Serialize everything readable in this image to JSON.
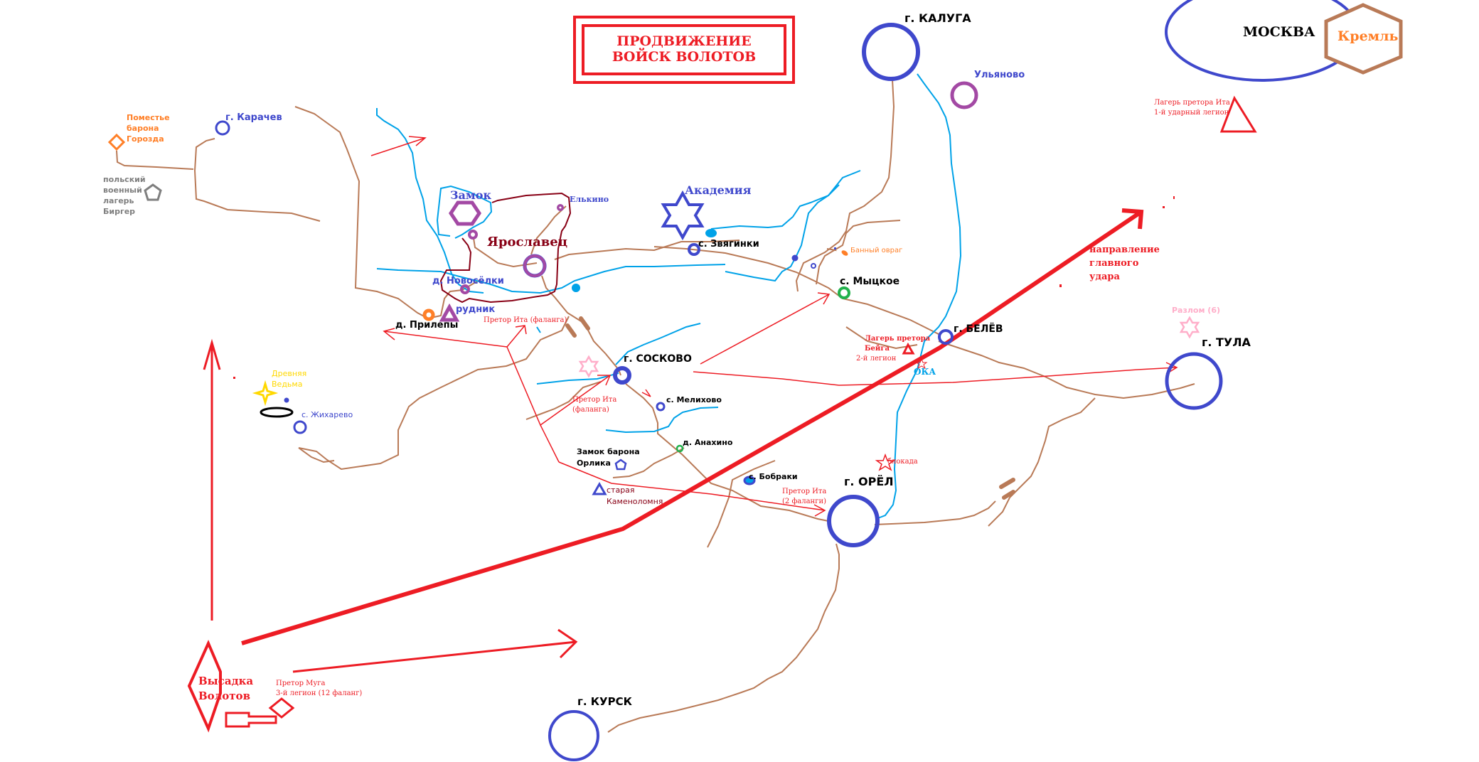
{
  "title": {
    "line1": "ПРОДВИЖЕНИЕ",
    "line2": "ВОЙСК ВОЛОТОВ"
  },
  "colors": {
    "city": "#3f48cc",
    "road": "#b97a57",
    "river": "#00a2e8",
    "army": "#ed1c24",
    "village_purple": "#a349a4",
    "estate_orange": "#ff7f27",
    "polish_gray": "#7f7f7f",
    "witch_yellow": "#ffd800",
    "rift_pink": "#ffaec9",
    "green": "#22b14c",
    "castle_border": "#880015"
  },
  "cities": {
    "moscow": "МОСКВА",
    "kremlin": "Кремль",
    "kaluga": "г. КАЛУГА",
    "tula": "г. ТУЛА",
    "orel": "г. ОРЁЛ",
    "kursk": "г. КУРСК",
    "belev": "г. БЕЛЁВ",
    "soskovo": "г. СОСКОВО",
    "karachev": "г. Карачев",
    "yaroslavets": "Ярославец"
  },
  "places": {
    "ulyanovo": "Ульяново",
    "estate": "Поместье\nбарона\nГорозда",
    "polish_camp": "польский\nвоенный\nлагерь\nБиргер",
    "castle": "Замок",
    "elkino": "Елькино",
    "academy": "Академия",
    "zvyaginki": "с. Звягинки",
    "bath_ravine": "Банный овраг",
    "mytskoe": "с. Мыцкое",
    "novoselki": "д. Новосёлки",
    "mine": "рудник",
    "prilepy": "д. Прилепы",
    "witch": "Древняя\nВедьма",
    "zhikharevo": "с. Жихарево",
    "melikhovo": "с. Мелихово",
    "anakhino": "д. Анахино",
    "orlik_castle": "Замок барона\nОрлика",
    "quarry": "старая\nКаменоломня",
    "bobraki": "с. Бобраки",
    "oka": "ОКА",
    "rift": "Разлом (6)",
    "blockade": "блокада"
  },
  "army_labels": {
    "ita_camp": "Лагерь претора Ита\n1-й ударный легион",
    "beig_camp_title": "Лагерь претора\nБейга",
    "beig_camp_legion": "2-й легион",
    "main_strike": "направление\nглавного\nудара",
    "ita_phalanx_1": "Претор Ита (фаланга)",
    "ita_phalanx_2": "Претор Ита\n(фаланга)",
    "ita_phalanx_3": "Претор Ита\n(2 фаланги)",
    "landing": "Высадка\nВолотов",
    "muga": "Претор Муга\n3-й легион (12 фаланг)"
  }
}
